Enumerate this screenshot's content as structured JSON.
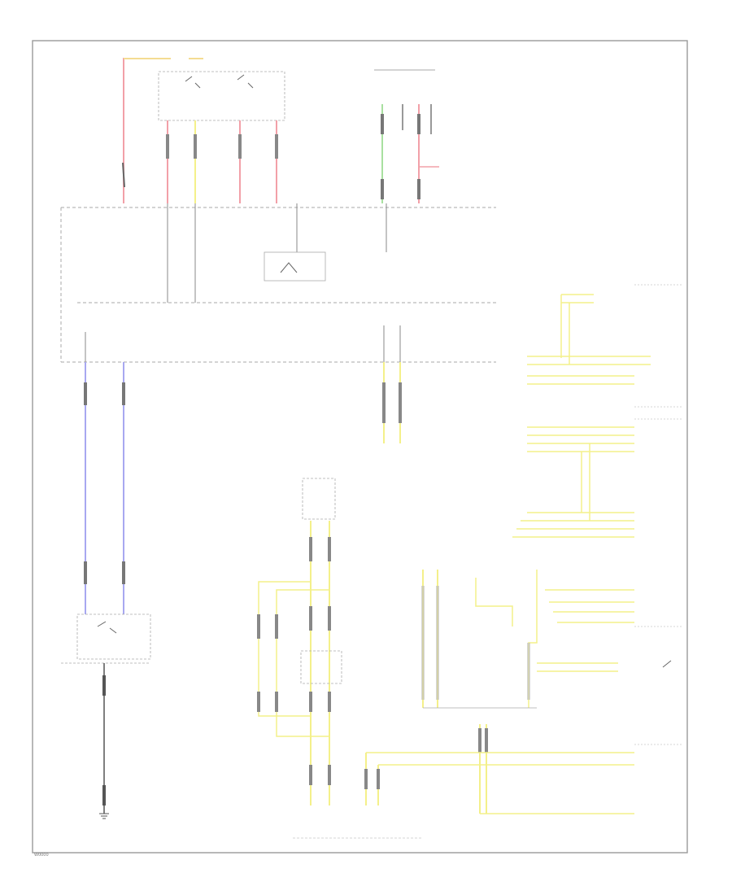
{
  "footer": {
    "code": "W0000"
  },
  "colors": {
    "red": "#f2a0a8",
    "yellow": "#f4f08a",
    "green": "#a8e0a0",
    "blue": "#a8a8f0",
    "black": "#555555",
    "frame": "#999999"
  },
  "icons": [
    "switch-symbol",
    "ground-symbol",
    "connector-pin"
  ]
}
